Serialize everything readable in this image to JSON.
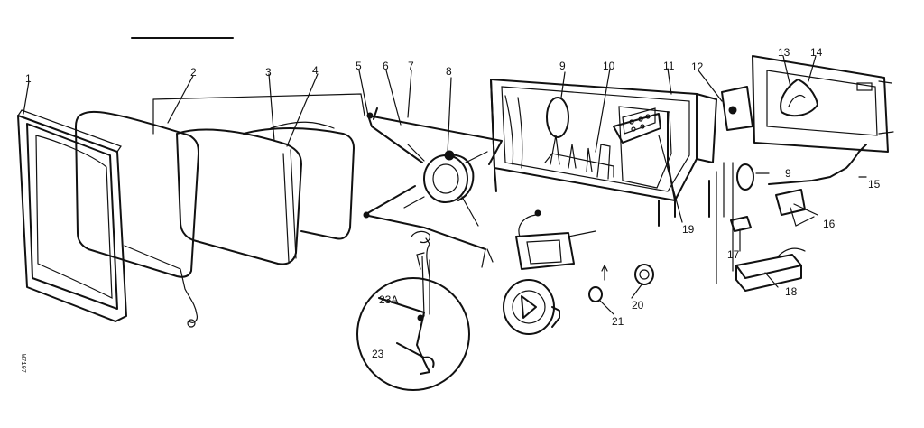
{
  "diagram": {
    "parts": [
      {
        "id": "p1",
        "label": "1"
      },
      {
        "id": "p2",
        "label": "2"
      },
      {
        "id": "p3",
        "label": "3"
      },
      {
        "id": "p4",
        "label": "4"
      },
      {
        "id": "p5",
        "label": "5"
      },
      {
        "id": "p6",
        "label": "6"
      },
      {
        "id": "p7",
        "label": "7"
      },
      {
        "id": "p8",
        "label": "8"
      },
      {
        "id": "p9a",
        "label": "9"
      },
      {
        "id": "p9b",
        "label": "9"
      },
      {
        "id": "p10",
        "label": "10"
      },
      {
        "id": "p11",
        "label": "11"
      },
      {
        "id": "p12",
        "label": "12"
      },
      {
        "id": "p13",
        "label": "13"
      },
      {
        "id": "p14",
        "label": "14"
      },
      {
        "id": "p15",
        "label": "15"
      },
      {
        "id": "p16",
        "label": "16"
      },
      {
        "id": "p17",
        "label": "17"
      },
      {
        "id": "p18",
        "label": "18"
      },
      {
        "id": "p19",
        "label": "19"
      },
      {
        "id": "p20",
        "label": "20"
      },
      {
        "id": "p21",
        "label": "21"
      },
      {
        "id": "p23",
        "label": "23"
      },
      {
        "id": "p23a",
        "label": "23A"
      }
    ],
    "side_code": "W7107"
  }
}
